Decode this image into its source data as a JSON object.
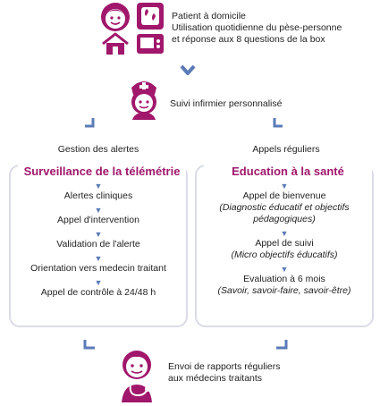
{
  "patient": {
    "line1": "Patient à domicile",
    "line2": "Utilisation quotidienne du pèse-personne",
    "line3": "et réponse aux 8 questions de la box"
  },
  "nurse": {
    "label": "Suivi infirmier personnalisé"
  },
  "branches": {
    "left_label": "Gestion des alertes",
    "right_label": "Appels réguliers"
  },
  "telemetry": {
    "title": "Surveillance de la télémétrie",
    "steps": [
      "Alertes cliniques",
      "Appel d'intervention",
      "Validation de l'alerte",
      "Orientation vers medecin traitant",
      "Appel de contrôle à 24/48 h"
    ]
  },
  "education": {
    "title": "Education à la santé",
    "step1": "Appel de bienvenue",
    "step1_sub1": "(Diagnostic éducatif et objectifs",
    "step1_sub2": "pédagogiques)",
    "step2": "Appel de suivi",
    "step2_sub": "(Micro objectifs éducatifs)",
    "step3": "Evaluation à 6 mois",
    "step3_sub": "(Savoir, savoir-faire, savoir-être)"
  },
  "doctor": {
    "line1": "Envoi de rapports réguliers",
    "line2": "aux médecins traitants"
  },
  "colors": {
    "brand_purple": "#a0176b",
    "arrow_blue": "#5b7bb7",
    "box_border": "#d9dce7"
  }
}
